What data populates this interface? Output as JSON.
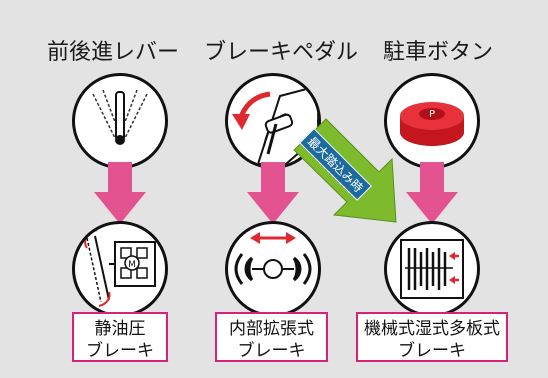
{
  "columns": [
    {
      "title": "前後進レバー",
      "label_line1": "静油圧",
      "label_line2": "ブレーキ"
    },
    {
      "title": "ブレーキペダル",
      "label_line1": "内部拡張式",
      "label_line2": "ブレーキ"
    },
    {
      "title": "駐車ボタン",
      "label_line1": "機械式湿式多板式",
      "label_line2": "ブレーキ"
    }
  ],
  "diagonal_label": "最大踏込み時",
  "colors": {
    "background": "#e3e3e4",
    "arrow_pink": "#e2538f",
    "label_border": "#d6237a",
    "diagonal_arrow": "#7dbb2c",
    "diagonal_label_bg": "#1d6a9e",
    "button_red": "#d9222f"
  },
  "icons": {
    "lever": "lever-icon",
    "pedal": "brake-pedal-icon",
    "parking": "parking-button-icon",
    "hydrostatic": "hydrostatic-brake-icon",
    "drum": "drum-brake-icon",
    "wet_disc": "wet-multi-disc-brake-icon"
  }
}
